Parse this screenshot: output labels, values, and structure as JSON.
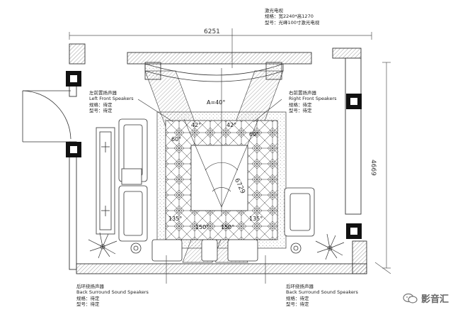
{
  "dimensions": {
    "width": "6251",
    "height": "4669",
    "diagonal": "6729"
  },
  "angles": {
    "center": "A=40°",
    "front_left_42": "42°",
    "front_right_42": "42°",
    "left_60": "60°",
    "right_60": "60°",
    "left_135": "135°",
    "right_135": "135°",
    "left_150": "150°",
    "right_150": "150°"
  },
  "callouts": {
    "screen": {
      "title": "激光电视",
      "spec": "规格：宽2240*高1270",
      "model": "型号：光峰100寸激光电视"
    },
    "left_front": {
      "title_cn": "左前置扬声器",
      "title_en": "Left Front Speakers",
      "spec": "规格：待定",
      "model": "型号：待定"
    },
    "right_front": {
      "title_cn": "右前置扬声器",
      "title_en": "Right Front Speakers",
      "spec": "规格：待定",
      "model": "型号：待定"
    },
    "left_back": {
      "title_cn": "后环绕扬声器",
      "title_en": "Back Surround Sound Speakers",
      "spec": "规格：待定",
      "model": "型号：待定"
    },
    "right_back": {
      "title_cn": "后环绕扬声器",
      "title_en": "Back Surround Sound Speakers",
      "spec": "规格：待定",
      "model": "型号：待定"
    }
  },
  "watermark": {
    "text": "影音汇",
    "icon": "wechat-icon"
  }
}
